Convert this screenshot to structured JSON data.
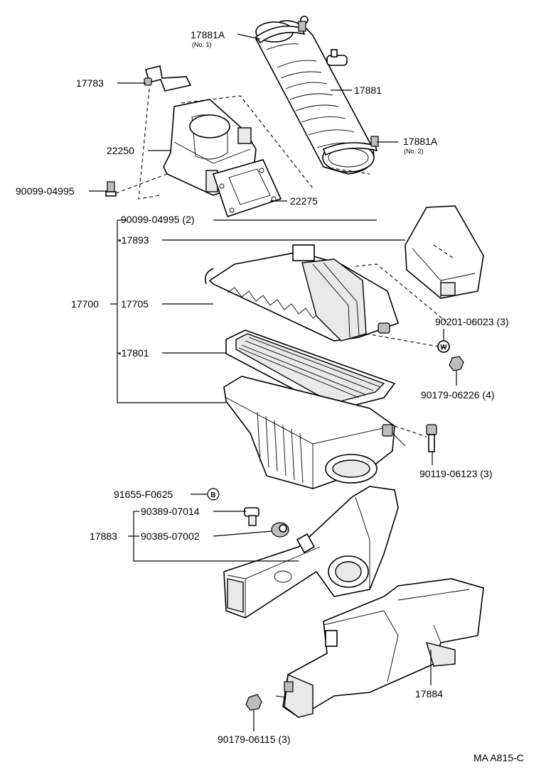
{
  "labels": {
    "p17881A_no1": "17881A",
    "p17881A_no1_sub": "(No. 1)",
    "p17881": "17881",
    "p17881A_no2": "17881A",
    "p17881A_no2_sub": "(No. 2)",
    "p17783": "17783",
    "p22250": "22250",
    "p90099_04995_a": "90099-04995",
    "p22275": "22275",
    "p90099_04995_b": "90099-04995 (2)",
    "p17893": "-17893",
    "p17700": "17700",
    "p17705": "17705",
    "p17801": "-17801",
    "p90201_06023": "90201-06023 (3)",
    "p90179_06226": "90179-06226 (4)",
    "p90119_06123": "90119-06123 (3)",
    "p91655_F0625": "91655-F0625",
    "p90389_07014": "90389-07014",
    "p17883": "17883",
    "p90385_07002": "90385-07002",
    "p17884": "17884",
    "p90179_06115": "90179-06115 (3)",
    "callout_w": "W",
    "callout_b": "B",
    "diagram_code": "MA A815-C"
  }
}
